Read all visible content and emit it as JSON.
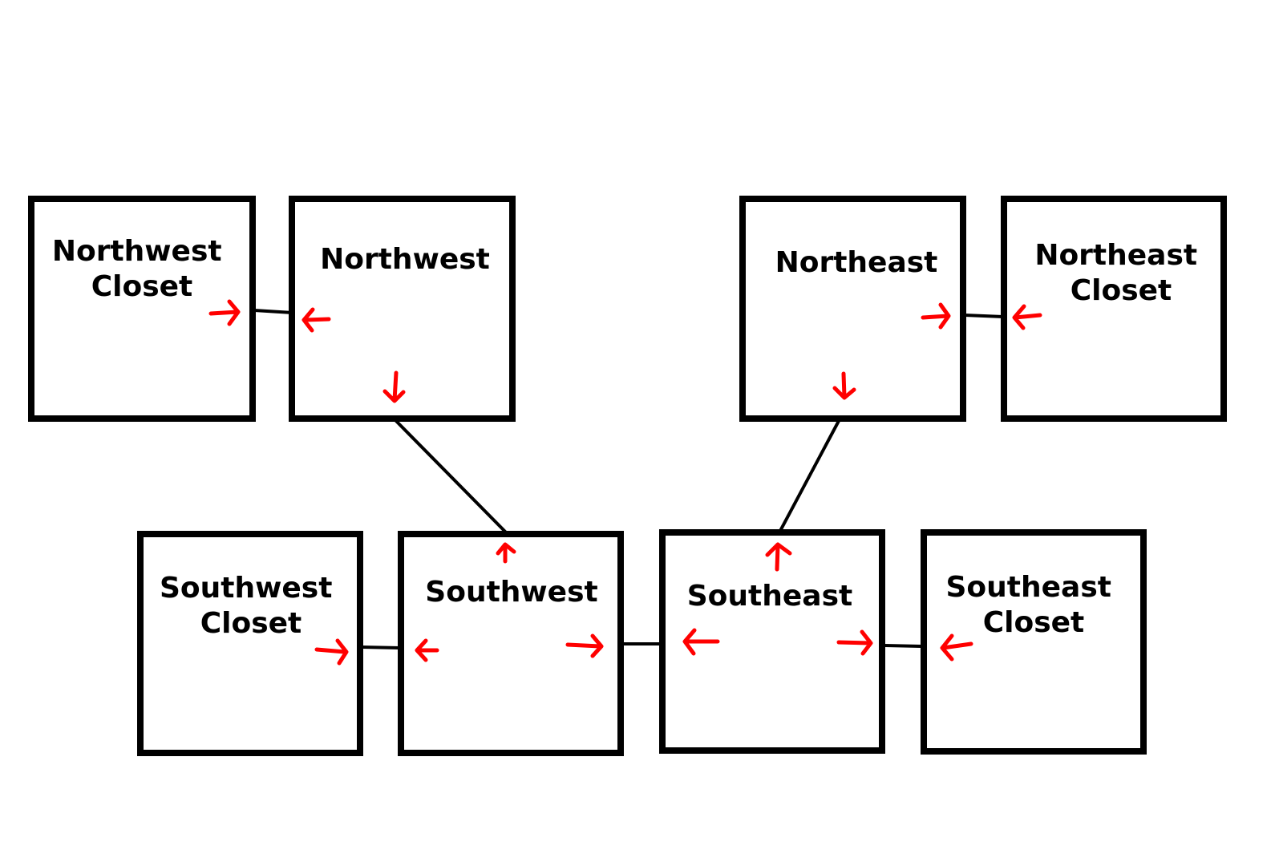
{
  "colors": {
    "box": "#000000",
    "arrow": "#ff0000",
    "background": "#ffffff"
  },
  "rooms": {
    "nw_closet": {
      "lines": [
        "Northwest",
        "Closet"
      ]
    },
    "nw": {
      "lines": [
        "Northwest"
      ]
    },
    "ne": {
      "lines": [
        "Northeast"
      ]
    },
    "ne_closet": {
      "lines": [
        "Northeast",
        "Closet"
      ]
    },
    "sw_closet": {
      "lines": [
        "Southwest",
        "Closet"
      ]
    },
    "sw": {
      "lines": [
        "Southwest"
      ]
    },
    "se": {
      "lines": [
        "Southeast"
      ]
    },
    "se_closet": {
      "lines": [
        "Southeast",
        "Closet"
      ]
    }
  },
  "connections": [
    {
      "from": "nw_closet",
      "to": "nw"
    },
    {
      "from": "nw",
      "to": "sw"
    },
    {
      "from": "ne",
      "to": "ne_closet"
    },
    {
      "from": "ne",
      "to": "se"
    },
    {
      "from": "sw_closet",
      "to": "sw"
    },
    {
      "from": "sw",
      "to": "se"
    },
    {
      "from": "se",
      "to": "se_closet"
    }
  ]
}
